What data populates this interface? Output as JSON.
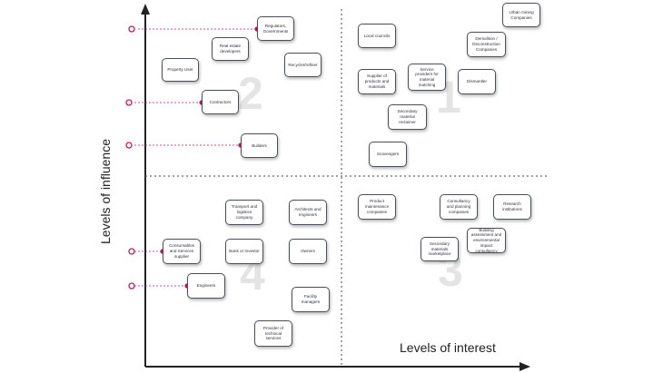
{
  "axes": {
    "y_label": "Levels of influence",
    "x_label": "Levels of interest"
  },
  "quadrants": [
    "1",
    "2",
    "3",
    "4"
  ],
  "accent_color": "#c2185b",
  "stakeholders": {
    "regulators": "Regulators, Governments",
    "real_estate": "Real estate developers",
    "property_user": "Property User",
    "recycler": "Recycler/refiner",
    "contractors": "Contractors",
    "builders": "Builders",
    "local_councils": "Local councils",
    "urban_mining": "Urban mining Companies",
    "demolition": "Demolition / Deconstruction Companies",
    "supplier": "Supplier of products and materials",
    "service_providers": "Service providers for material matching",
    "dismantler": "Dismantler",
    "secondary_reclaimer": "Secondary material reclaimer",
    "scavengers": "Scavengers",
    "transport": "Transport and logistics company",
    "architects": "Architects and engineers",
    "consumables": "Consumables and Services supplier",
    "bank": "Bank or Investor",
    "owners": "Owners",
    "engineers": "Engineers",
    "facility_managers": "Facility managers",
    "technical_services": "Provider of technical services",
    "product_maintenance": "Product maintenance companies",
    "consultancy": "Consultancy and planning companies",
    "research": "Research institutions",
    "secondary_marketplace": "Secondary materials marketplace",
    "building_assessment": "Building assessment and environmental impact consultancy"
  }
}
